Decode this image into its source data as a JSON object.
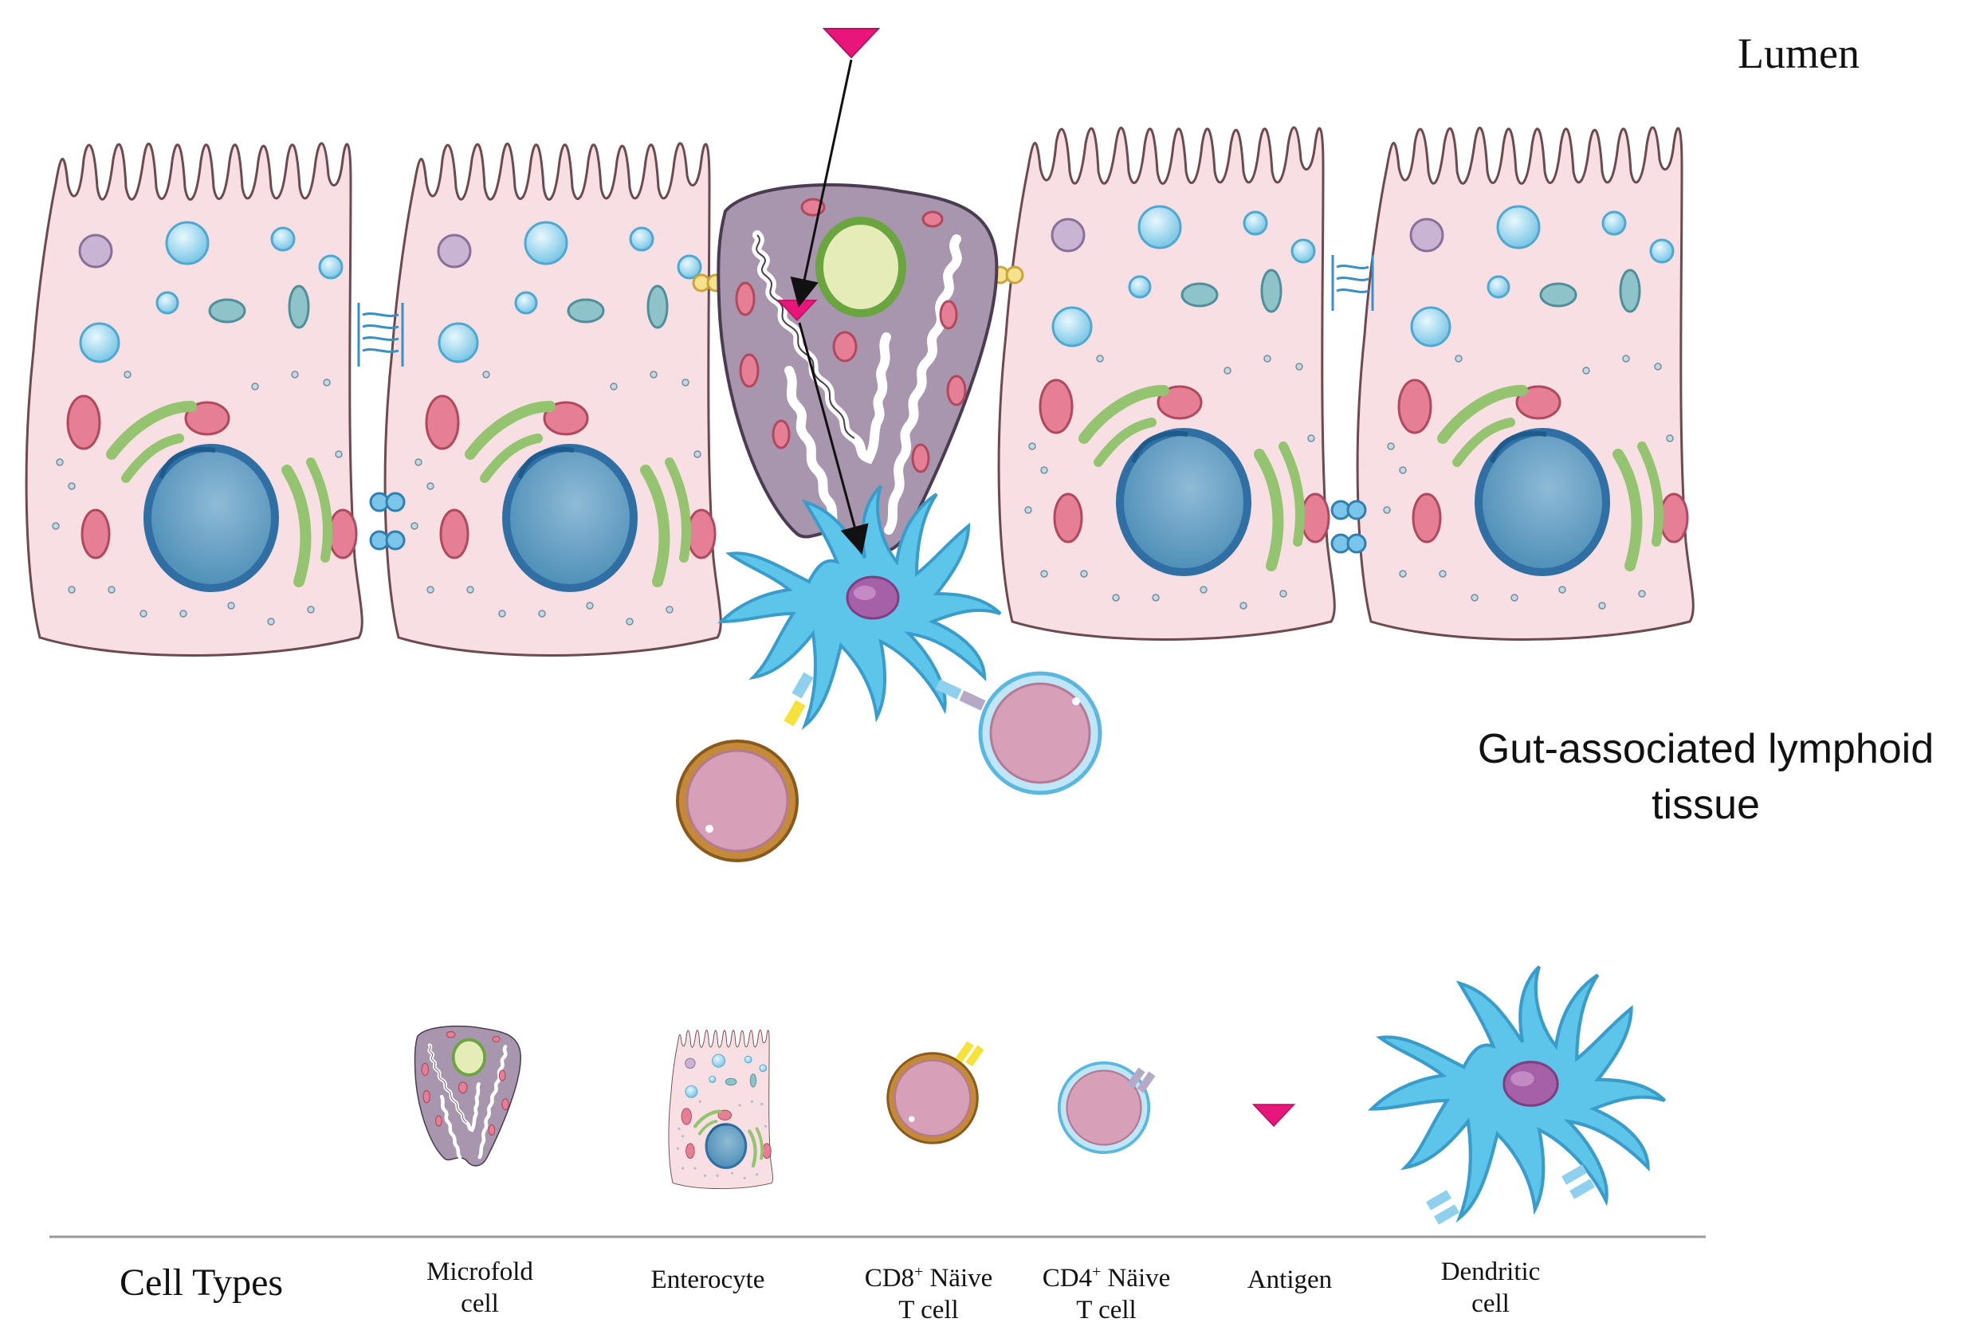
{
  "labels": {
    "lumen": "Lumen",
    "galt_line1": "Gut-associated lymphoid",
    "galt_line2": "tissue",
    "cell_types": "Cell Types"
  },
  "legend": [
    {
      "line1": "Microfold",
      "line2": "cell"
    },
    {
      "line1": "Enterocyte",
      "line2": ""
    },
    {
      "prefix": "CD8",
      "sup": "+",
      "suffix": " Näive",
      "line2": "T cell"
    },
    {
      "prefix": "CD4",
      "sup": "+",
      "suffix": " Näive",
      "line2": "T cell"
    },
    {
      "line1": "Antigen",
      "line2": ""
    },
    {
      "line1": "Dendritic",
      "line2": "cell"
    }
  ],
  "colors": {
    "enterocyte_fill": "#f8dfe3",
    "enterocyte_outline": "#6b4a50",
    "microfold_fill": "#a796ad",
    "nucleus": "#2f6fa3",
    "mitochondria": "#e57f95",
    "golgi": "#94c46f",
    "vesicle": "#8fd3ee",
    "antigen": "#e8157a",
    "dendritic": "#5ec5ea",
    "cd8_ring": "#b87a2a",
    "cd4_ring": "#8fd0ee",
    "tcell_body": "#d7a0b8"
  },
  "icons": [
    "antigen-triangle-icon",
    "arrow-icon"
  ]
}
